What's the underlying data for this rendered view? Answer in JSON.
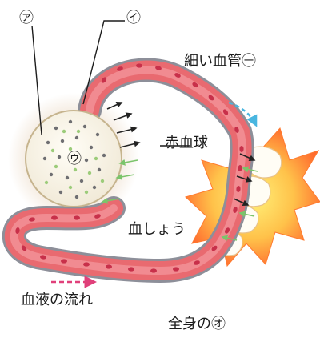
{
  "labels": {
    "a": "㋐",
    "i": "㋑",
    "u": "㋒",
    "thin_vessel": "細い血管㊀",
    "red_blood_cell": "赤血球",
    "plasma": "血しょう",
    "blood_flow": "血液の流れ",
    "whole_body": "全身の㋔"
  },
  "colors": {
    "vessel_fill": "#e96a70",
    "vessel_outline": "#c9475a",
    "vessel_wall": "#8d8f99",
    "red_cell": "#c8304a",
    "tissue": "#ff8a2a",
    "tissue_core": "#ffe05a",
    "flow_arrow": "#e0407a",
    "exchange_arrow_blue": "#49b6e0",
    "exchange_arrow_green": "#7bc46b"
  },
  "icons": {
    "flow": "dashed-arrow-right",
    "tissue": "starburst-cells"
  }
}
